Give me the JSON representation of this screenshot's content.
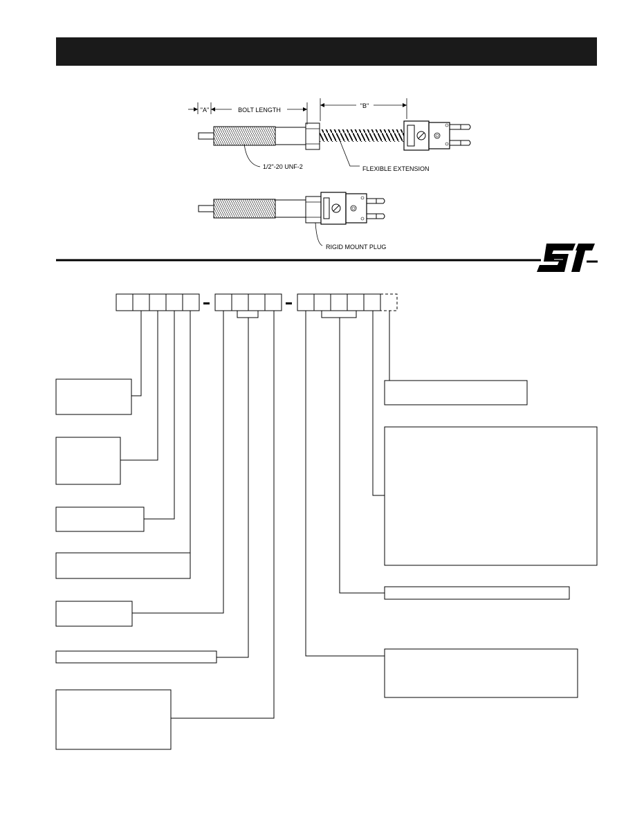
{
  "header_bar": {
    "color": "#1a1a1a"
  },
  "dimensions": {
    "a": "\"A\"",
    "bolt_length": "BOLT LENGTH",
    "b": "\"B\""
  },
  "callouts": {
    "thread": "1/2\"-20 UNF-2",
    "flexible_extension": "FLEXIBLE EXTENSION",
    "rigid_mount_plug": "RIGID MOUNT PLUG"
  },
  "logo": {
    "text": "ST",
    "color": "#000000"
  },
  "part_code": {
    "group1_boxes": 5,
    "group2_boxes": 4,
    "group3_boxes": 5,
    "group3_optional_boxes": 1,
    "separator": "–"
  }
}
